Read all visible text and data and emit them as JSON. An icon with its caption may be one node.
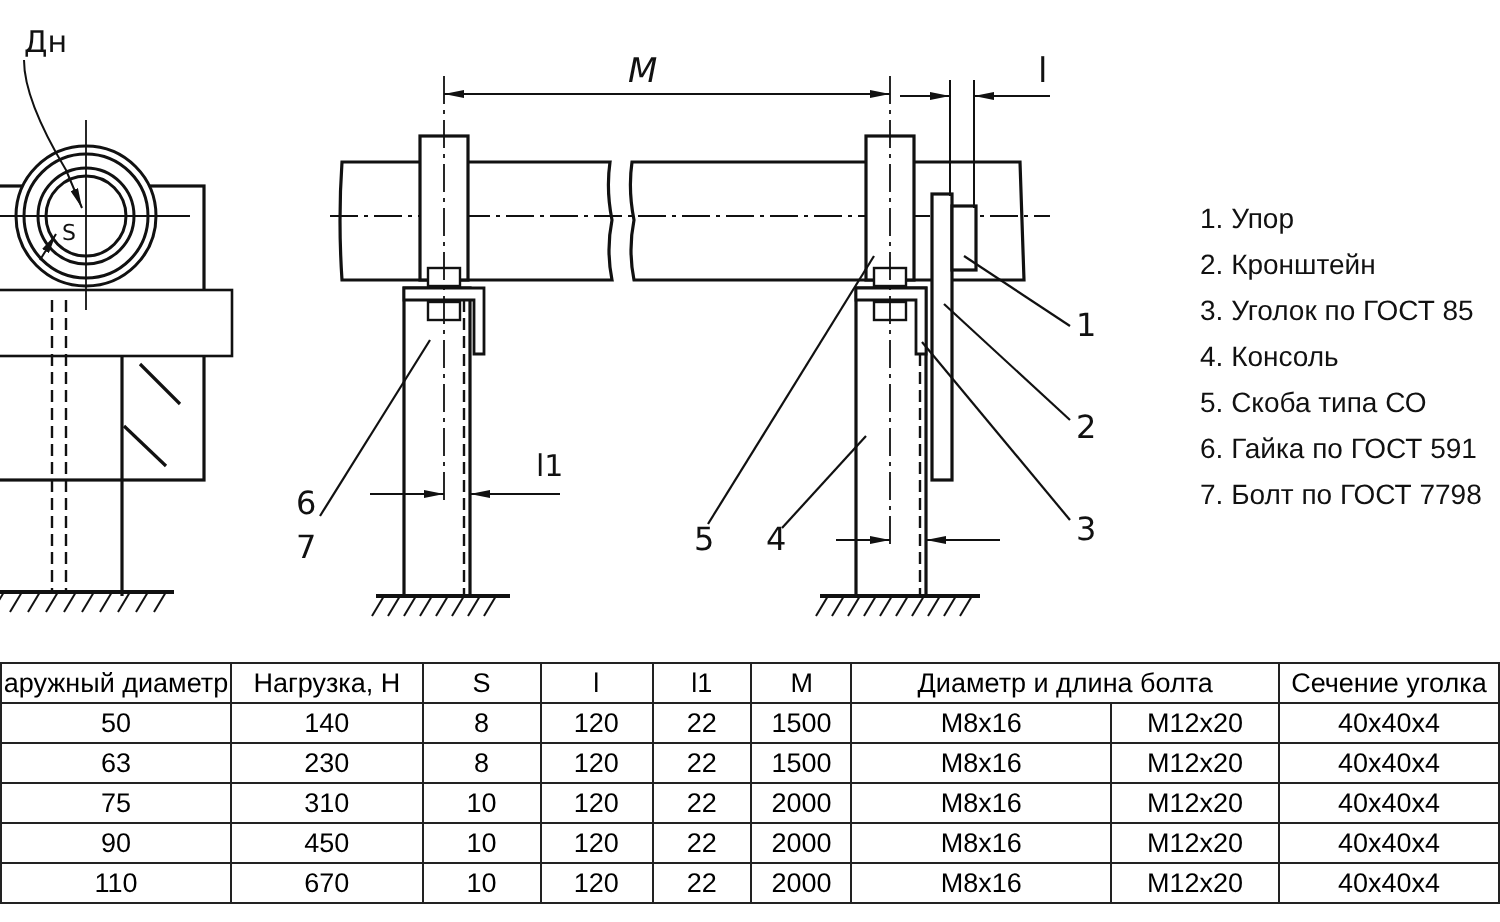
{
  "diagram": {
    "nodes": [
      {
        "text": [
          "1"
        ]
      },
      {
        "text": [
          "2"
        ]
      },
      {
        "text": [
          "3"
        ]
      },
      {
        "text": [
          "4"
        ]
      },
      {
        "text": [
          "5"
        ]
      },
      {
        "text": [
          "6"
        ]
      },
      {
        "text": [
          "7"
        ]
      }
    ],
    "edges": [
      {
        "from": 0,
        "to": null,
        "arrow": "none"
      },
      {
        "from": 1,
        "to": null,
        "arrow": "none"
      },
      {
        "from": 2,
        "to": null,
        "arrow": "none"
      },
      {
        "from": 3,
        "to": null,
        "arrow": "none"
      },
      {
        "from": 4,
        "to": null,
        "arrow": "none"
      },
      {
        "from": 5,
        "to": null,
        "arrow": "none"
      },
      {
        "from": 6,
        "to": null,
        "arrow": "none"
      }
    ],
    "labels": [
      "Дн",
      "S",
      "M",
      "l",
      "l1",
      "1. Упор",
      "2. Кронштейн",
      "3. Уголок по ГОСТ 85",
      "4. Консоль",
      "5. Скоба типа СО",
      "6. Гайка по ГОСТ 591",
      "7. Болт по ГОСТ 7798",
      "аружный диаметр",
      "Нагрузка, Н",
      "S",
      "l",
      "l1",
      "M",
      "Диаметр и длина болта",
      "Сечение уголка",
      "50",
      "140",
      "8",
      "120",
      "22",
      "1500",
      "M8x16",
      "M12x20",
      "40x40x4",
      "63",
      "230",
      "8",
      "120",
      "22",
      "1500",
      "M8x16",
      "M12x20",
      "40x40x4",
      "75",
      "310",
      "10",
      "120",
      "22",
      "2000",
      "M8x16",
      "M12x20",
      "40x40x4",
      "90",
      "450",
      "10",
      "120",
      "22",
      "2000",
      "M8x16",
      "M12x20",
      "40x40x4",
      "110",
      "670",
      "10",
      "120",
      "22",
      "2000",
      "M8x16",
      "M12x20",
      "40x40x4"
    ]
  }
}
